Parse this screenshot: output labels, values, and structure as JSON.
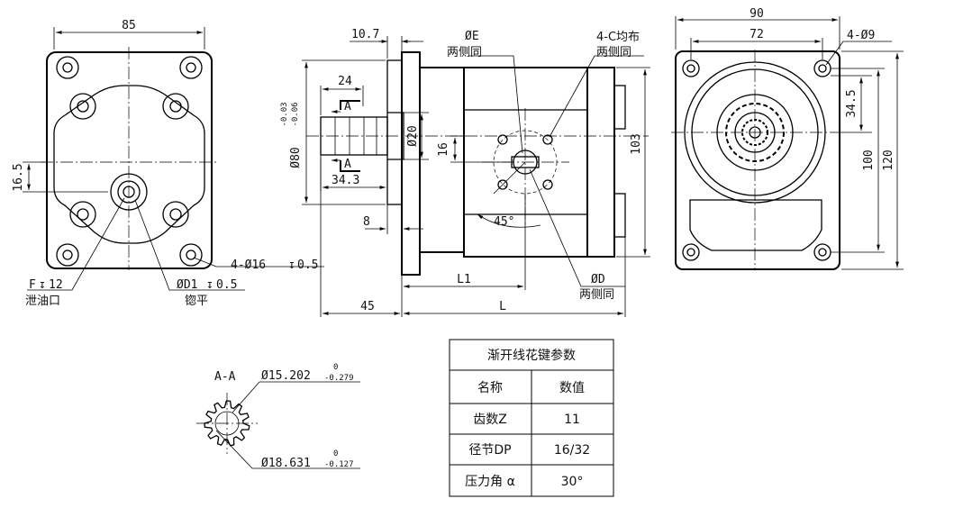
{
  "dimensions": {
    "front_width": "85",
    "front_offset": "16.5",
    "mount_holes": "4-Ø16",
    "mount_holes_depth": "0.5",
    "drain_port": "F",
    "drain_port_depth": "12",
    "drain_port_label": "泄油口",
    "port_d1": "ØD1",
    "port_d1_depth": "0.5",
    "port_d1_note": "锪平",
    "shaft_offset": "10.7",
    "shaft_length_24": "24",
    "shaft_length_34_3": "34.3",
    "pilot_dia": "Ø80",
    "pilot_tol_upper": "-0.03",
    "pilot_tol_lower": "-0.06",
    "shaft_dia": "Ø20",
    "flange_thickness": "8",
    "flange_offset_45": "45",
    "port_offset": "16",
    "body_height": "103",
    "port_angle": "45°",
    "port_e": "ØE",
    "port_e_note": "两侧同",
    "threads": "4-C均布",
    "threads_note": "两侧同",
    "port_d": "ØD",
    "port_d_note": "两侧同",
    "length_l1": "L1",
    "length_l": "L",
    "section_a_1": "A",
    "section_a_2": "A",
    "rear_width": "90",
    "rear_holes": "72",
    "rear_hole_dia": "4-Ø9",
    "rear_v_offset": "34.5",
    "rear_hole_pitch": "100",
    "rear_height": "120"
  },
  "section": {
    "title": "A-A",
    "dia1": "Ø15.202",
    "dia1_upper": "0",
    "dia1_lower": "-0.279",
    "dia2": "Ø18.631",
    "dia2_upper": "0",
    "dia2_lower": "-0.127"
  },
  "spline_table": {
    "title": "渐开线花键参数",
    "headers": [
      "名称",
      "数值"
    ],
    "rows": [
      [
        "齿数Z",
        "11"
      ],
      [
        "径节DP",
        "16/32"
      ],
      [
        "压力角 α",
        "30°"
      ]
    ]
  }
}
